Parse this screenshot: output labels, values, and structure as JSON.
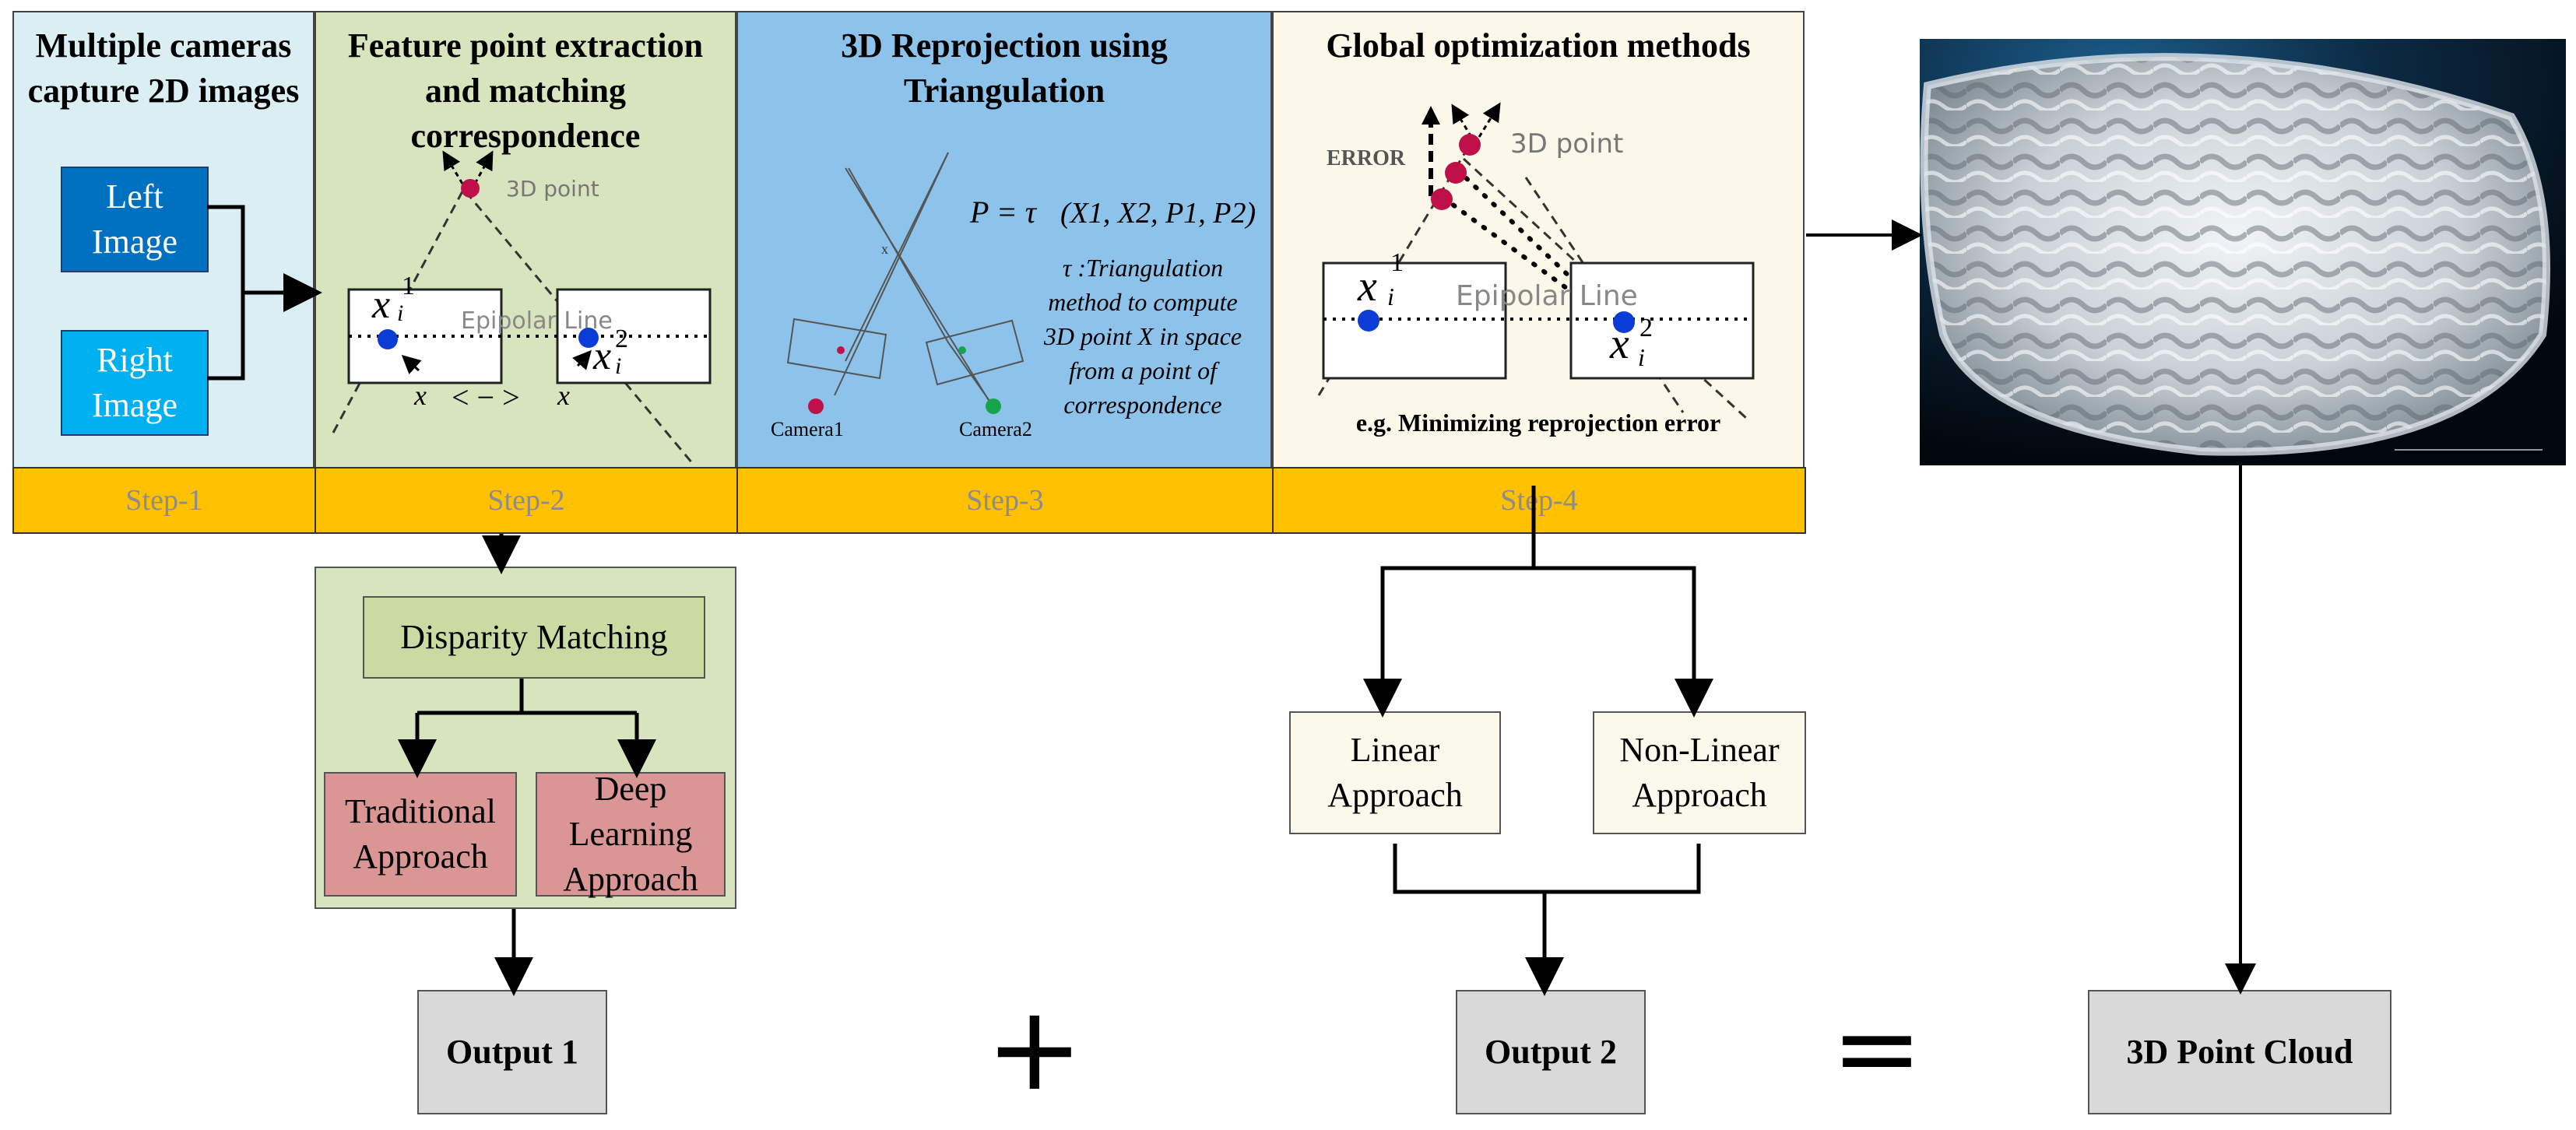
{
  "panels": {
    "p1_title": "Multiple cameras capture 2D images",
    "p2_title": "Feature point extraction and matching correspondence",
    "p3_title": "3D Reprojection using Triangulation",
    "p4_title": "Global optimization methods"
  },
  "step1": {
    "left_label": "Left Image",
    "right_label": "Right Image"
  },
  "step2_fig": {
    "point_label": "3D point",
    "epipolar_label": "Epipolar Line",
    "x1": "x",
    "x1_sup": "1",
    "x1_sub": "i",
    "x2": "x",
    "x2_sup": "2",
    "x2_sub": "i",
    "correspondence": "x",
    "correspondence_mid": "< − >"
  },
  "step3_fig": {
    "formula_lhs": "P = τ",
    "formula_args": "(X1, X2, P1, P2)",
    "tau_description": "τ :Triangulation method to compute 3D point X in space from a point of correspondence",
    "camera1": "Camera1",
    "camera2": "Camera2",
    "small_x": "x"
  },
  "step4_fig": {
    "error_label": "ERROR",
    "point_label": "3D point",
    "epipolar_label": "Epipolar Line",
    "caption": "e.g. Minimizing reprojection error"
  },
  "steps": [
    "Step-1",
    "Step-2",
    "Step-3",
    "Step-4"
  ],
  "matching": {
    "disparity": "Disparity Matching",
    "traditional": "Traditional Approach",
    "deep": "Deep Learning Approach"
  },
  "optimization": {
    "linear": "Linear Approach",
    "nonlinear": "Non-Linear Approach"
  },
  "outputs": {
    "output1": "Output 1",
    "output2": "Output 2",
    "result": "3D Point Cloud",
    "plus": "+",
    "equals": "="
  },
  "colors": {
    "panel1": "#daeef3",
    "panel2": "#d7e4bd",
    "panel3": "#8dc3ea",
    "panel4": "#fbf8e9",
    "step_bar": "#ffc000",
    "left_box": "#0070c0",
    "right_box": "#00b0f0",
    "point_red": "#c0104a",
    "point_blue": "#0b3dd6"
  }
}
